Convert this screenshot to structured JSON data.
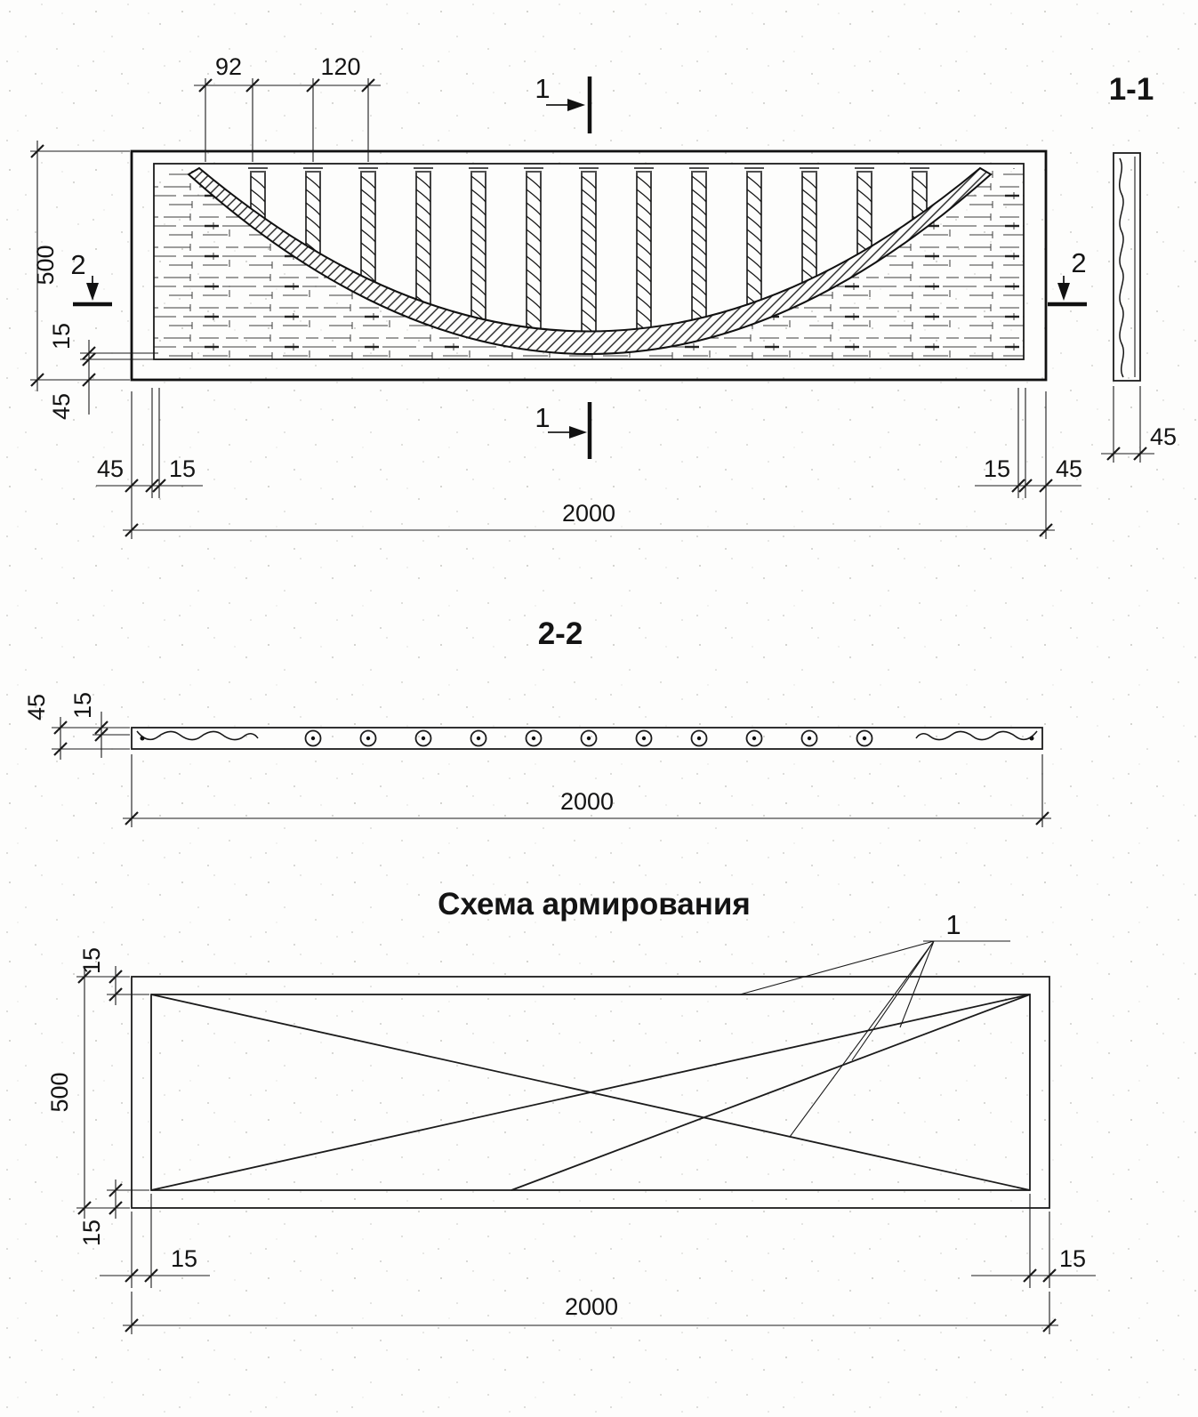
{
  "elevation": {
    "dim_92": "92",
    "dim_120": "120",
    "dim_500": "500",
    "dim_15_left": "15",
    "dim_45_left": "45",
    "dim_45_bottom_left": "45",
    "dim_15_bottom_left": "15",
    "dim_15_bottom_right": "15",
    "dim_45_bottom_right": "45",
    "dim_2000": "2000",
    "section_marker_1": "1",
    "section_marker_2": "2"
  },
  "section_1_1": {
    "title": "1-1",
    "dim_45": "45"
  },
  "section_2_2": {
    "title": "2-2",
    "dim_45": "45",
    "dim_15": "15",
    "dim_2000": "2000"
  },
  "reinforcement": {
    "title": "Схема армирования",
    "bar_label": "1",
    "dim_15_top": "15",
    "dim_500": "500",
    "dim_15_bottom": "15",
    "dim_15_bottom_left": "15",
    "dim_15_bottom_right": "15",
    "dim_2000": "2000"
  }
}
